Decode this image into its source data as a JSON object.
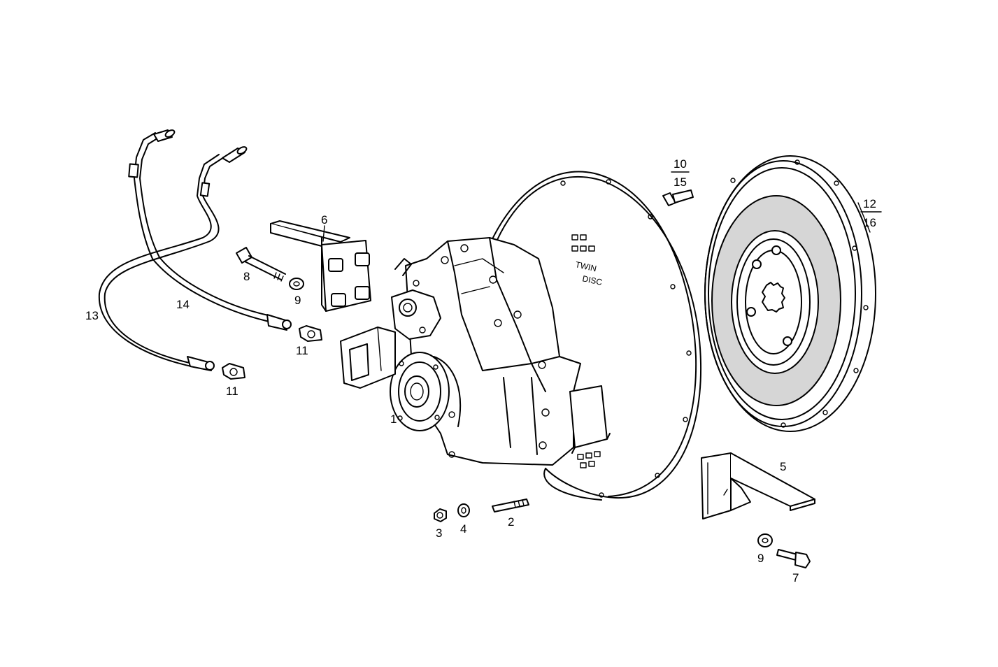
{
  "diagram": {
    "callouts": [
      {
        "id": "c1",
        "text": "1"
      },
      {
        "id": "c2",
        "text": "2"
      },
      {
        "id": "c3",
        "text": "3"
      },
      {
        "id": "c4",
        "text": "4"
      },
      {
        "id": "c5",
        "text": "5"
      },
      {
        "id": "c6",
        "text": "6"
      },
      {
        "id": "c7",
        "text": "7"
      },
      {
        "id": "c8",
        "text": "8"
      },
      {
        "id": "c9a",
        "text": "9"
      },
      {
        "id": "c9b",
        "text": "9"
      },
      {
        "id": "c11a",
        "text": "11"
      },
      {
        "id": "c11b",
        "text": "11"
      },
      {
        "id": "c13",
        "text": "13"
      },
      {
        "id": "c14",
        "text": "14"
      }
    ],
    "fractions": [
      {
        "id": "f1015",
        "top": "10",
        "bottom": "15"
      },
      {
        "id": "f1216",
        "top": "12",
        "bottom": "16"
      }
    ],
    "housing_marking": {
      "line1": "TWIN",
      "line2": "DISC"
    }
  }
}
